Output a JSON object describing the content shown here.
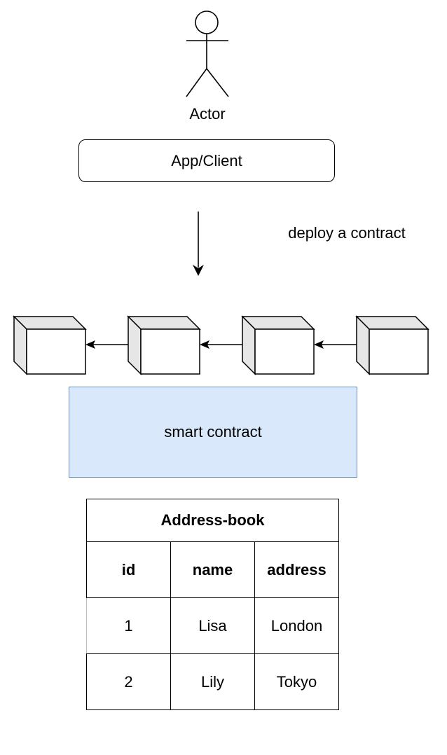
{
  "actor": {
    "label": "Actor"
  },
  "app": {
    "label": "App/Client"
  },
  "deploy": {
    "label": "deploy a contract"
  },
  "blockchain": {
    "block_count": 4,
    "block_fill": "#e6e6e6",
    "block_front": "#ffffff"
  },
  "smart_contract": {
    "label": "smart contract",
    "fill": "#dae8fc",
    "stroke": "#6c8ebf"
  },
  "address_book": {
    "title": "Address-book",
    "columns": [
      "id",
      "name",
      "address"
    ],
    "rows": [
      [
        "1",
        "Lisa",
        "London"
      ],
      [
        "2",
        "Lily",
        "Tokyo"
      ]
    ]
  }
}
